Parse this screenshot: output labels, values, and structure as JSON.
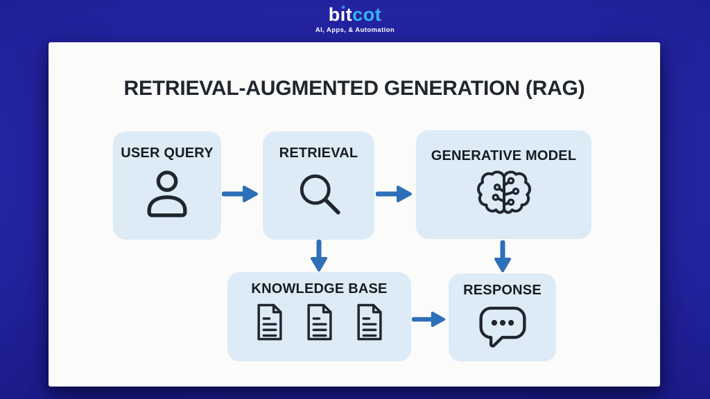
{
  "brand": {
    "part1": "b",
    "i_char": "ı",
    "part2": "t",
    "part3": "cot",
    "tagline": "AI, Apps, & Automation"
  },
  "title": "RETRIEVAL-AUGMENTED GENERATION (RAG)",
  "nodes": {
    "user_query": {
      "label": "USER QUERY",
      "icon": "person-icon"
    },
    "retrieval": {
      "label": "RETRIEVAL",
      "icon": "magnifier-icon"
    },
    "generative_model": {
      "label": "GENERATIVE MODEL",
      "icon": "brain-circuit-icon"
    },
    "knowledge_base": {
      "label": "KNOWLEDGE BASE",
      "icon": "document-icon"
    },
    "response": {
      "label": "RESPONSE",
      "icon": "speech-bubble-icon"
    }
  },
  "flow": [
    {
      "from": "user_query",
      "to": "retrieval"
    },
    {
      "from": "retrieval",
      "to": "generative_model"
    },
    {
      "from": "retrieval",
      "to": "knowledge_base"
    },
    {
      "from": "generative_model",
      "to": "response"
    },
    {
      "from": "knowledge_base",
      "to": "response"
    }
  ],
  "colors": {
    "background": "#2323a0",
    "card": "#fbfbfa",
    "node_fill": "#dcebf6",
    "arrow": "#2e6fb9",
    "ink": "#20252e",
    "logo_accent": "#35b5f2",
    "logo_i_dot": "#3b82f6"
  }
}
